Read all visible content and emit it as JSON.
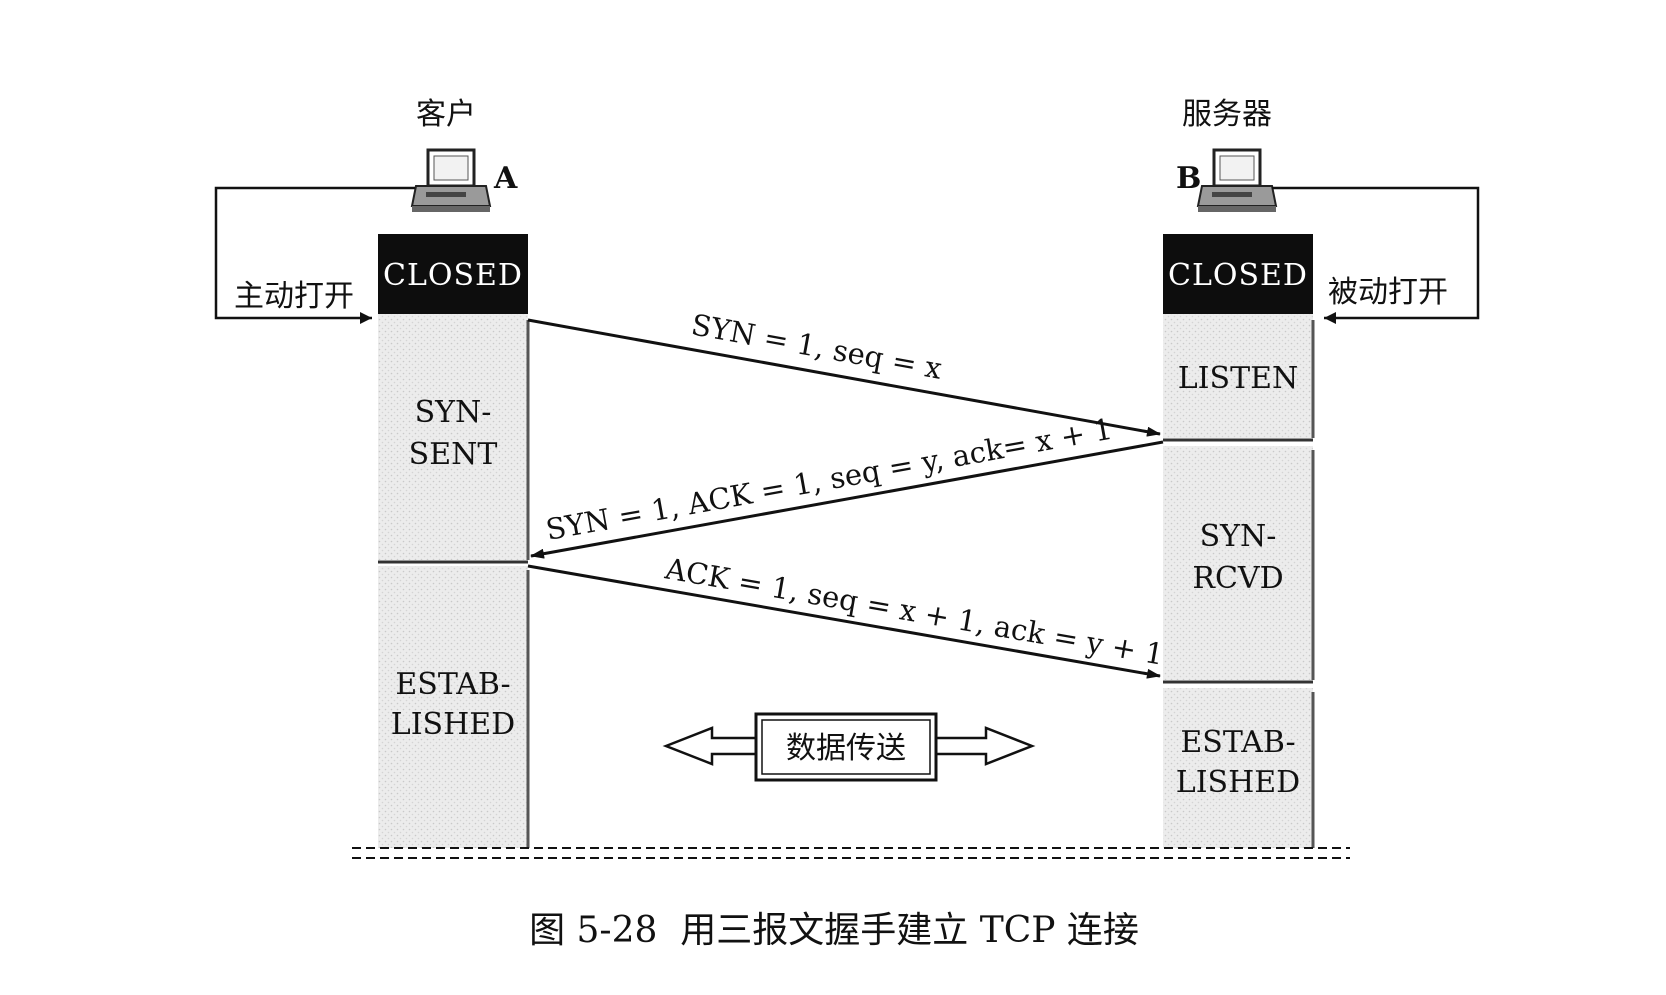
{
  "client": {
    "title": "客户",
    "host_letter": "A",
    "open_label": "主动打开",
    "states": {
      "closed": "CLOSED",
      "syn_sent_1": "SYN-",
      "syn_sent_2": "SENT",
      "estab_1": "ESTAB-",
      "estab_2": "LISHED"
    }
  },
  "server": {
    "title": "服务器",
    "host_letter": "B",
    "open_label": "被动打开",
    "states": {
      "closed": "CLOSED",
      "listen": "LISTEN",
      "syn_rcvd_1": "SYN-",
      "syn_rcvd_2": "RCVD",
      "estab_1": "ESTAB-",
      "estab_2": "LISHED"
    }
  },
  "messages": {
    "syn": "SYN = 1, seq = x",
    "syn_ack": "SYN = 1, ACK = 1, seq = y, ack= x + 1",
    "ack": "ACK = 1, seq = x + 1, ack = y + 1"
  },
  "data_transfer_label": "数据传送",
  "caption": "图 5-28  用三报文握手建立 TCP 连接",
  "colors": {
    "closed_bg": "#0d0d0d",
    "state_bg": "#e6e6e6",
    "line": "#111111"
  }
}
